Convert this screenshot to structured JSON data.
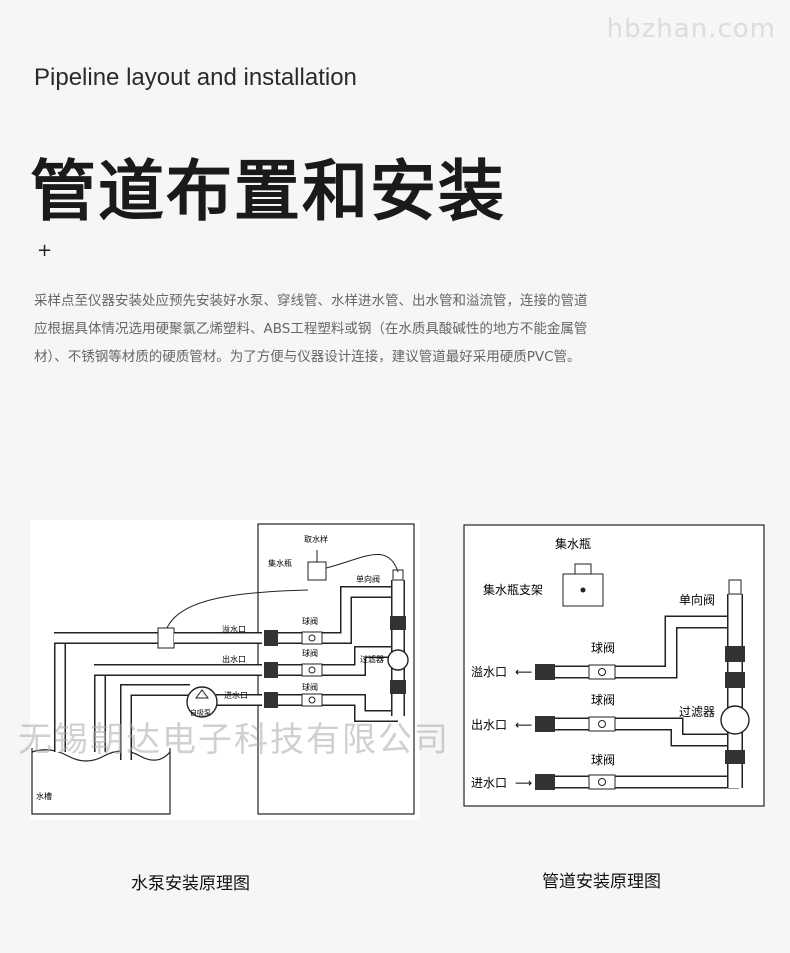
{
  "watermark_site": "hbzhan.com",
  "header": {
    "subtitle": "Pipeline layout and installation",
    "title": "管道布置和安装",
    "plus": "+"
  },
  "intro_text": "采样点至仪器安装处应预先安装好水泵、穿线管、水样进水管、出水管和溢流管，连接的管道应根据具体情况选用硬聚氯乙烯塑料、ABS工程塑料或钢（在水质具酸碱性的地方不能金属管材）、不锈钢等材质的硬质管材。为了方便与仪器设计连接，建议管道最好采用硬质PVC管。",
  "watermark_company": "无锡朝达电子科技有限公司",
  "left_diagram": {
    "caption": "水泵安装原理图",
    "labels": {
      "sample": "取水样",
      "bottle": "集水瓶",
      "check_valve": "单向阀",
      "overflow": "溢水口",
      "ball_valve_1": "球阀",
      "outlet": "出水口",
      "ball_valve_2": "球阀",
      "filter": "过滤器",
      "pump": "自吸泵",
      "inlet": "进水口",
      "ball_valve_3": "球阀",
      "tank": "水槽"
    }
  },
  "right_diagram": {
    "caption": "管道安装原理图",
    "labels": {
      "bottle": "集水瓶",
      "bracket": "集水瓶支架",
      "check_valve": "单向阀",
      "ball_valve_1": "球阀",
      "overflow": "溢水口",
      "ball_valve_2": "球阀",
      "filter": "过滤器",
      "outlet": "出水口",
      "ball_valve_3": "球阀",
      "inlet": "进水口"
    }
  }
}
